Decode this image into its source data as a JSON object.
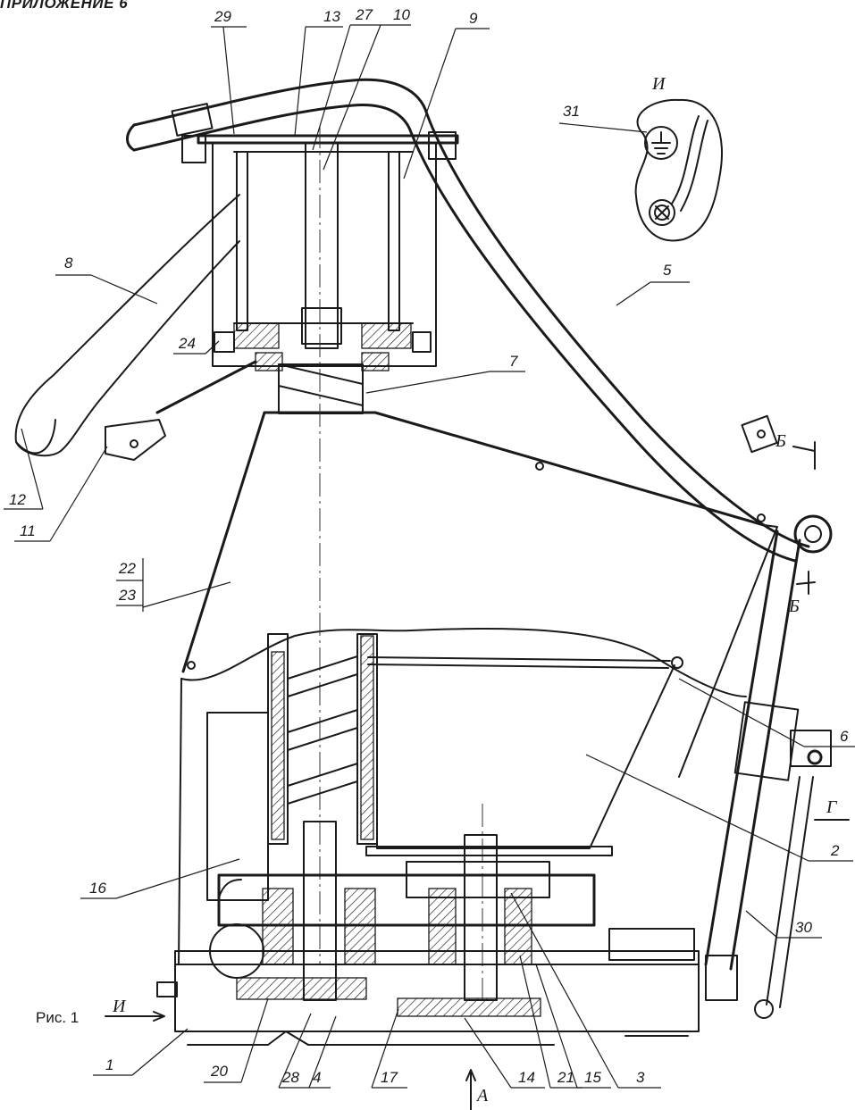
{
  "page": {
    "title": "ПРИЛОЖЕНИЕ 6",
    "caption": "Рис. 1"
  },
  "labels": {
    "l1": "1",
    "l2": "2",
    "l3": "3",
    "l4": "4",
    "l5": "5",
    "l6": "6",
    "l7": "7",
    "l8": "8",
    "l9": "9",
    "l10": "10",
    "l11": "11",
    "l12": "12",
    "l13": "13",
    "l14": "14",
    "l15": "15",
    "l16": "16",
    "l17": "17",
    "l20": "20",
    "l21": "21",
    "l22": "22",
    "l23": "23",
    "l24": "24",
    "l27": "27",
    "l28": "28",
    "l29": "29",
    "l30": "30",
    "l31": "31"
  },
  "section_marks": {
    "I_detail": "И",
    "I_view": "И",
    "B_top": "Б",
    "B_bottom": "Б",
    "G": "Г",
    "A": "А"
  }
}
